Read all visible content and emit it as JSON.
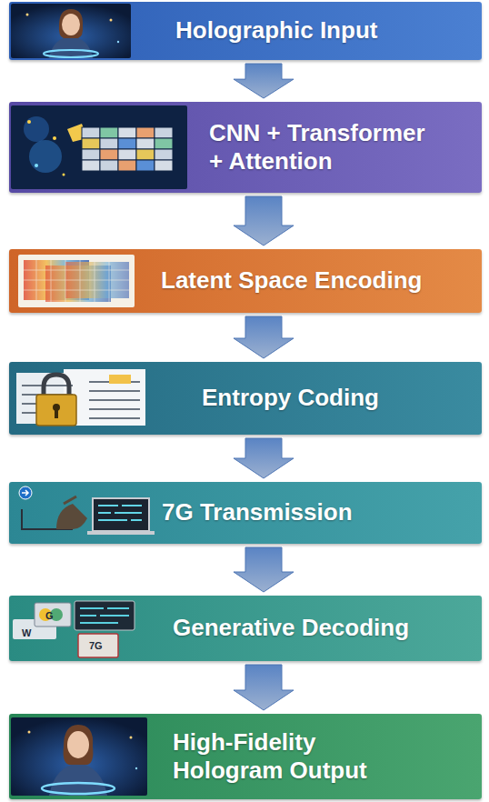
{
  "diagram": {
    "nodes": [
      {
        "text": [
          "Holographic Input"
        ]
      },
      {
        "text": [
          "CNN + Transformer + Attention"
        ]
      },
      {
        "text": [
          "Latent Space Encoding"
        ]
      },
      {
        "text": [
          "Entropy Coding"
        ]
      },
      {
        "text": [
          "7G Transmission"
        ]
      },
      {
        "text": [
          "Generative Decoding"
        ]
      },
      {
        "text": [
          "High-Fidelity Hologram Output"
        ]
      }
    ],
    "edges": [
      {
        "from": 0,
        "to": 1,
        "arrow": "to"
      },
      {
        "from": 1,
        "to": 2,
        "arrow": "to"
      },
      {
        "from": 2,
        "to": 3,
        "arrow": "to"
      },
      {
        "from": 3,
        "to": 4,
        "arrow": "to"
      },
      {
        "from": 4,
        "to": 5,
        "arrow": "to"
      },
      {
        "from": 5,
        "to": 6,
        "arrow": "to"
      }
    ],
    "labels": [
      "G",
      "W",
      "7G"
    ]
  }
}
